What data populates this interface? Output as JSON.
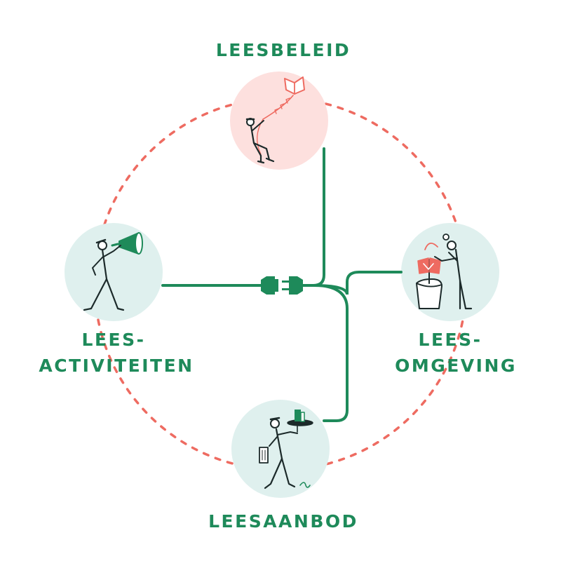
{
  "diagram": {
    "colors": {
      "green": "#1e8a5a",
      "dashed_ring": "#ee6b61",
      "pink_fill": "#fde0de",
      "mint_fill": "#dff0ee",
      "figure_ink": "#1c2a2a"
    },
    "nodes": {
      "leesbeleid": {
        "label": "LEESBELEID",
        "icon": "kite-book-icon"
      },
      "leesactiviteiten": {
        "label_line1": "LEES-",
        "label_line2": "ACTIVITEITEN",
        "icon": "megaphone-icon"
      },
      "leesomgeving": {
        "label_line1": "LEES-",
        "label_line2": "OMGEVING",
        "icon": "plant-book-icon"
      },
      "leesaanbod": {
        "label": "LEESAANBOD",
        "icon": "waiter-book-tray-icon"
      }
    },
    "connector": {
      "icon": "plug-socket-icon"
    }
  }
}
